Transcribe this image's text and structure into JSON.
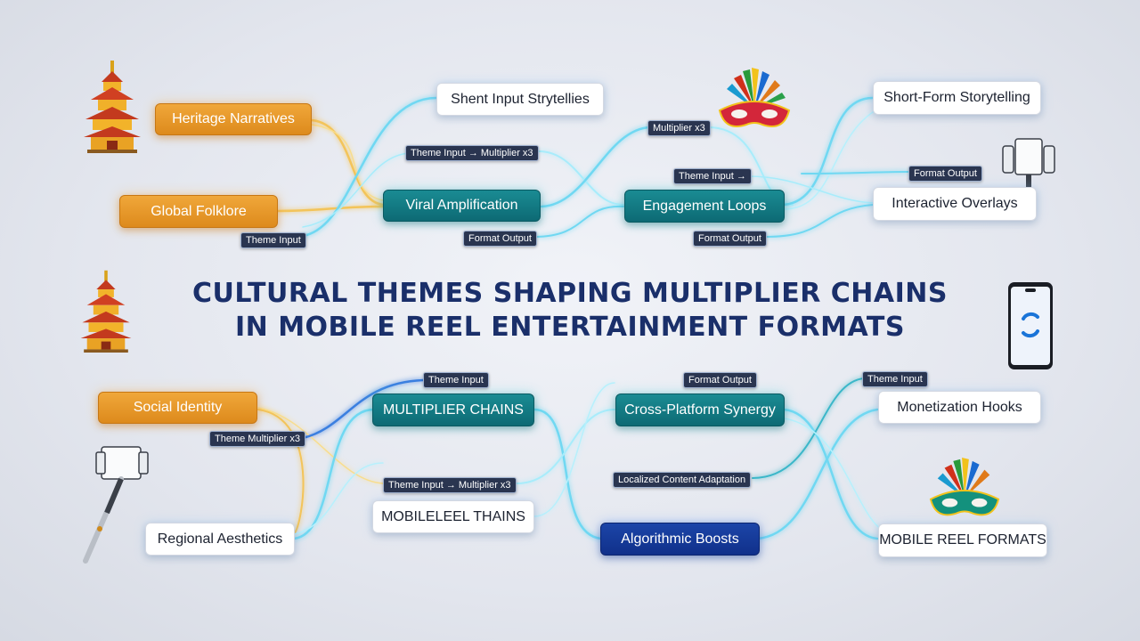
{
  "title": {
    "line1": "CULTURAL THEMES SHAPING MULTIPLIER CHAINS",
    "line2": "IN MOBILE REEL ENTERTAINMENT FORMATS"
  },
  "nodes": {
    "heritage_narratives": "Heritage Narratives",
    "global_folklore": "Global Folklore",
    "shent_input": "Shent Input Strytellies",
    "viral_amplification": "Viral Amplification",
    "engagement_loops": "Engagement Loops",
    "short_form": "Short-Form Storytelling",
    "interactive_overlays": "Interactive Overlays",
    "social_identity": "Social Identity",
    "regional_aesthetics": "Regional Aesthetics",
    "multiplier_chains": "MULTIPLIER CHAINS",
    "mobileleel_thains": "MOBILELEEL THAINS",
    "cross_platform": "Cross-Platform Synergy",
    "algorithmic_boosts": "Algorithmic Boosts",
    "monetization_hooks": "Monetization Hooks",
    "mobile_reel_formats": "MOBILE REEL FORMATS"
  },
  "labels": {
    "l1": "Theme Input",
    "l2": "Theme Input → Multiplier x3",
    "l3": "Format Output",
    "l4": "Multiplier x3",
    "l5": "Theme Input →",
    "l6": "Format Output",
    "l7": "Format Output",
    "l8": "Theme Input",
    "l9": "Theme Multiplier x3",
    "l10": "Theme Input → Multiplier x3",
    "l11": "Format Output",
    "l12": "Localized Content Adaptation",
    "l13": "Theme Input"
  },
  "colors": {
    "orange": "#e39525",
    "teal": "#0f747d",
    "navy": "#143a98",
    "title": "#1a2f6a",
    "wire_cyan": "#6fd8f2",
    "wire_gold": "#f3c45a"
  },
  "icons": [
    "pagoda-icon",
    "carnival-mask-icon",
    "selfie-stick-icon",
    "smartphone-icon"
  ]
}
